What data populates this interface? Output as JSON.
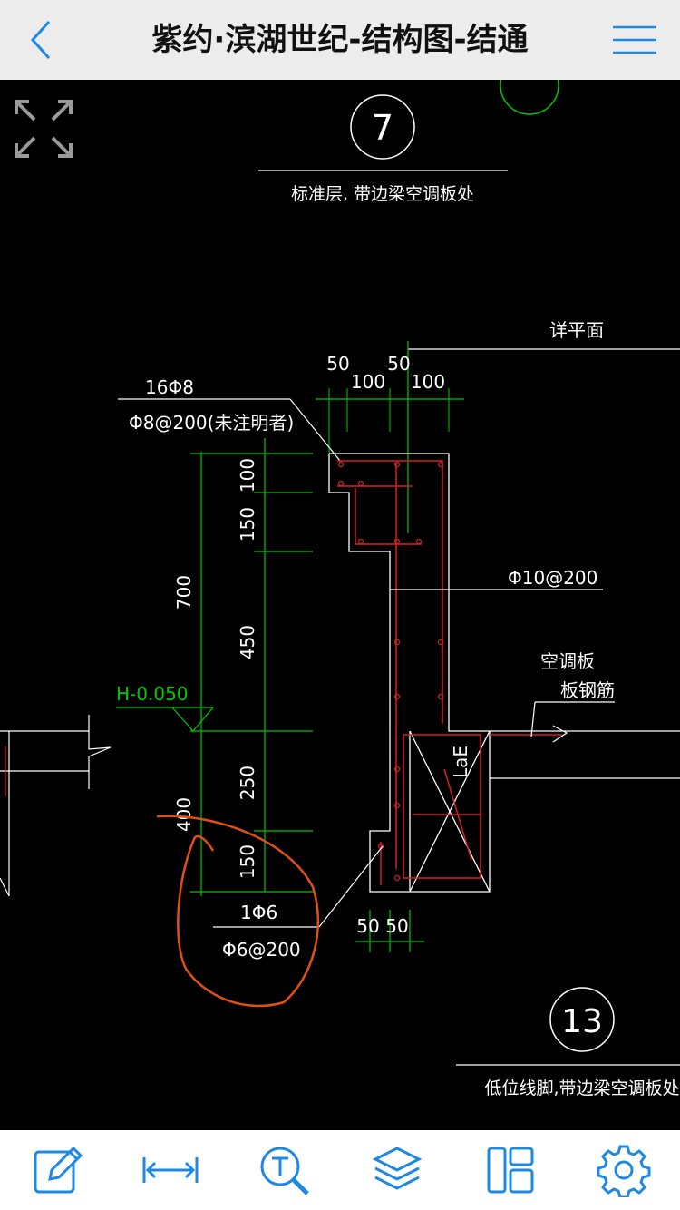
{
  "header": {
    "title": "紫约·滨湖世纪-结构图-结通"
  },
  "drawing": {
    "detail_7_number": "7",
    "detail_7_caption": "标准层, 带边梁空调板处",
    "detail_13_number": "13",
    "detail_13_caption": "低位线脚,带边梁空调板处",
    "label_plan_ref": "详平面",
    "dim_top": [
      "50",
      "100",
      "50",
      "100"
    ],
    "label_16phi8": "16Φ8",
    "label_phi8_200": "Φ8@200(未注明者)",
    "dim_100": "100",
    "dim_150_a": "150",
    "dim_700": "700",
    "dim_450": "450",
    "label_elevation": "H-0.050",
    "dim_250": "250",
    "dim_400": "400",
    "dim_150_b": "150",
    "label_1phi6": "1Φ6",
    "label_phi6_200": "Φ6@200",
    "dim_bottom": [
      "50",
      "50"
    ],
    "label_phi10_200": "Φ10@200",
    "label_ac_slab": "空调板",
    "label_slab_rebar": "板钢筋",
    "label_lae": "LaE"
  },
  "toolbar": {
    "items": [
      "edit-icon",
      "measure-icon",
      "text-search-icon",
      "layers-icon",
      "layout-icon",
      "settings-icon"
    ]
  },
  "colors": {
    "accent": "#1e88e5",
    "dim": "#00c800",
    "rebar": "#d82020",
    "markup": "#e05010"
  }
}
